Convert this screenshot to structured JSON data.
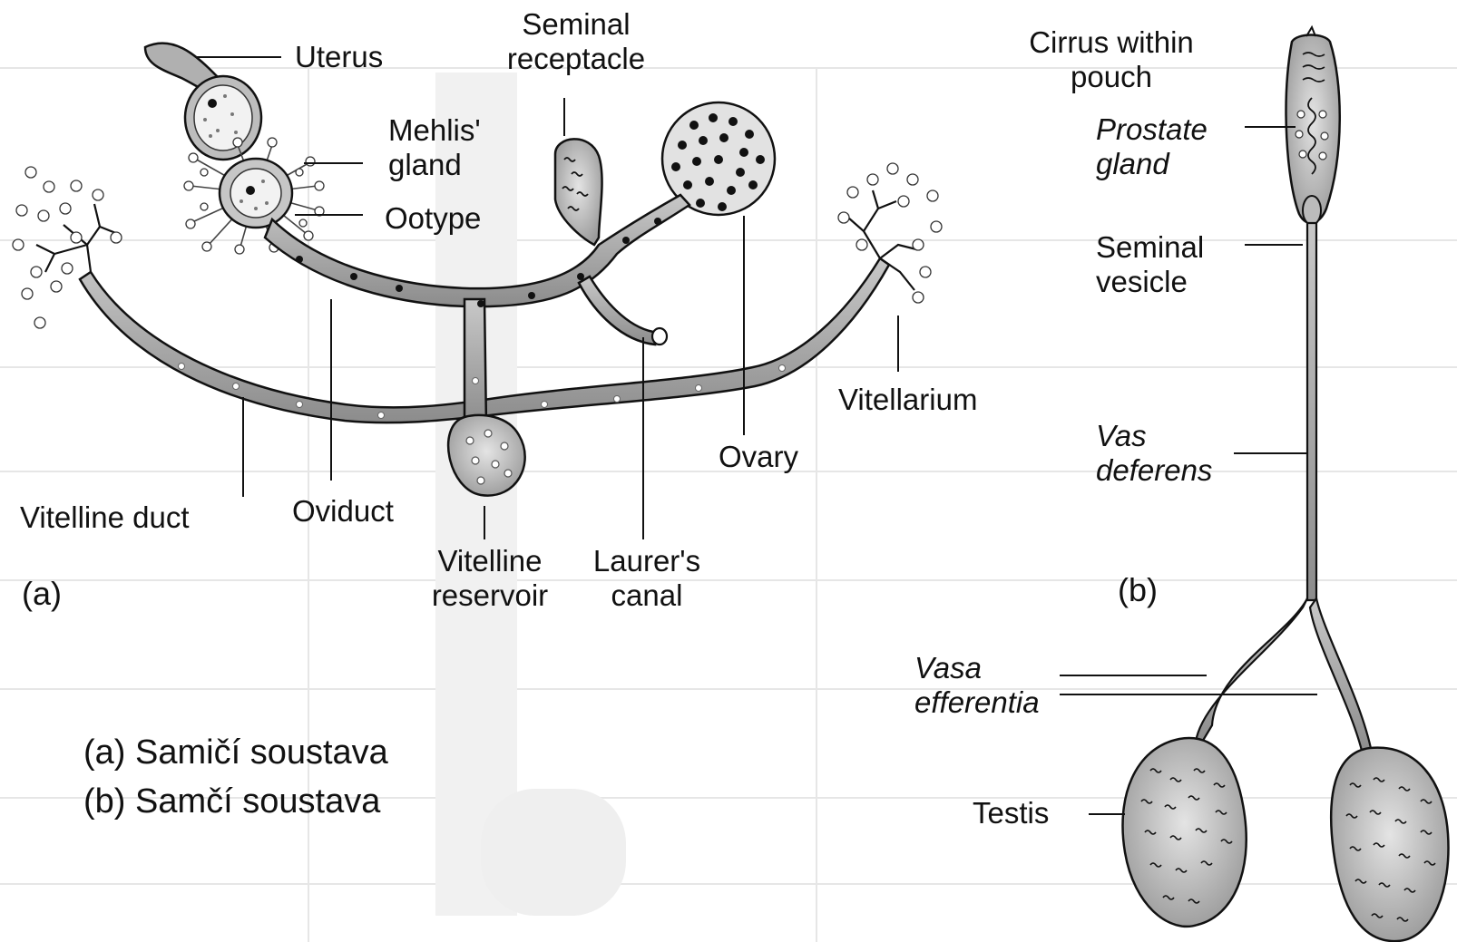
{
  "labels": {
    "uterus": "Uterus",
    "seminal_receptacle": [
      "Seminal",
      "receptacle"
    ],
    "mehlis_gland": [
      "Mehlis'",
      "gland"
    ],
    "ootype": "Ootype",
    "ovary": "Ovary",
    "vitellarium": "Vitellarium",
    "vitelline_duct": "Vitelline duct",
    "oviduct": "Oviduct",
    "vitelline_reservoir": [
      "Vitelline",
      "reservoir"
    ],
    "laurers_canal": [
      "Laurer's",
      "canal"
    ],
    "cirrus_within_pouch": [
      "Cirrus within",
      "pouch"
    ],
    "prostate_gland": [
      "Prostate",
      "gland"
    ],
    "seminal_vesicle": [
      "Seminal",
      "vesicle"
    ],
    "vas_deferens": [
      "Vas",
      "deferens"
    ],
    "vasa_efferentia": [
      "Vasa",
      "efferentia"
    ],
    "testis": "Testis"
  },
  "panel_tags": {
    "a": "(a)",
    "b": "(b)"
  },
  "captions": [
    "(a) Samičí soustava",
    "(b) Samčí soustava"
  ]
}
